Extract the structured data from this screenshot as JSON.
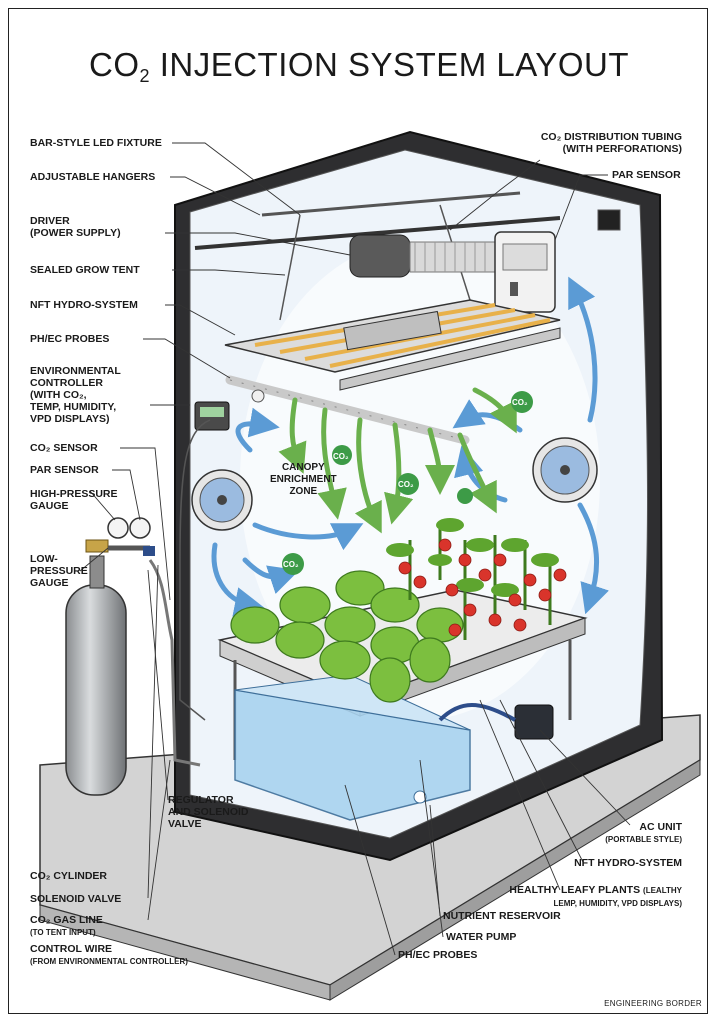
{
  "title": {
    "prefix": "CO",
    "sub": "2",
    "suffix": " INJECTION SYSTEM LAYOUT"
  },
  "zone_label": "CANOPY\nENRICHMENT\nZONE",
  "co2_bubble": "CO₂",
  "left_labels": {
    "led": "BAR-STYLE LED FIXTURE",
    "hangers": "ADJUSTABLE HANGERS",
    "driver": "DRIVER\n(POWER SUPPLY)",
    "tent": "SEALED GROW TENT",
    "nft": "NFT HYDRO-SYSTEM",
    "probes": "PH/EC PROBES",
    "controller": "ENVIRONMENTAL\nCONTROLLER\n(WITH CO₂,\nTEMP, HUMIDITY,\nVPD DISPLAYS)",
    "co2_sensor": "CO₂ SENSOR",
    "par": "PAR SENSOR",
    "hp_gauge": "HIGH-PRESSURE\nGAUGE",
    "lp_gauge": "LOW-\nPRESSURE\nGAUGE"
  },
  "right_labels": {
    "tubing": "CO₂ DISTRIBUTION TUBING\n(WITH PERFORATIONS)",
    "par": "PAR SENSOR"
  },
  "bottom_labels": {
    "regulator": "REGULATOR\nAND SOLENOID\nVALVE",
    "cylinder": "CO₂ CYLINDER",
    "solenoid": "SOLENOID VALVE",
    "gas_line": "CO₂ GAS LINE",
    "gas_line_sub": "(TO TENT INPUT)",
    "control_wire": "CONTROL WIRE",
    "control_wire_sub": "(FROM ENVIRONMENTAL CONTROLLER)",
    "ac_unit": "AC UNIT",
    "ac_unit_sub": "(PORTABLE STYLE)",
    "nft2": "NFT HYDRO-SYSTEM",
    "plants": "HEALTHY LEAFY PLANTS",
    "plants_sub": "(LEALTHY\nLEMP, HUMIDITY, VPD DISPLAYS)",
    "reservoir": "NUTRIENT RESERVOIR",
    "pump": "WATER PUMP",
    "probes2": "PH/EC PROBES"
  },
  "footer": "ENGINEERING BORDER",
  "colors": {
    "tent": "#2e2e30",
    "arrow_blue": "#5b9bd5",
    "arrow_green": "#6ab04c",
    "water": "#a9d3ef",
    "tomato": "#d9342b",
    "lettuce": "#7cbf3f"
  }
}
